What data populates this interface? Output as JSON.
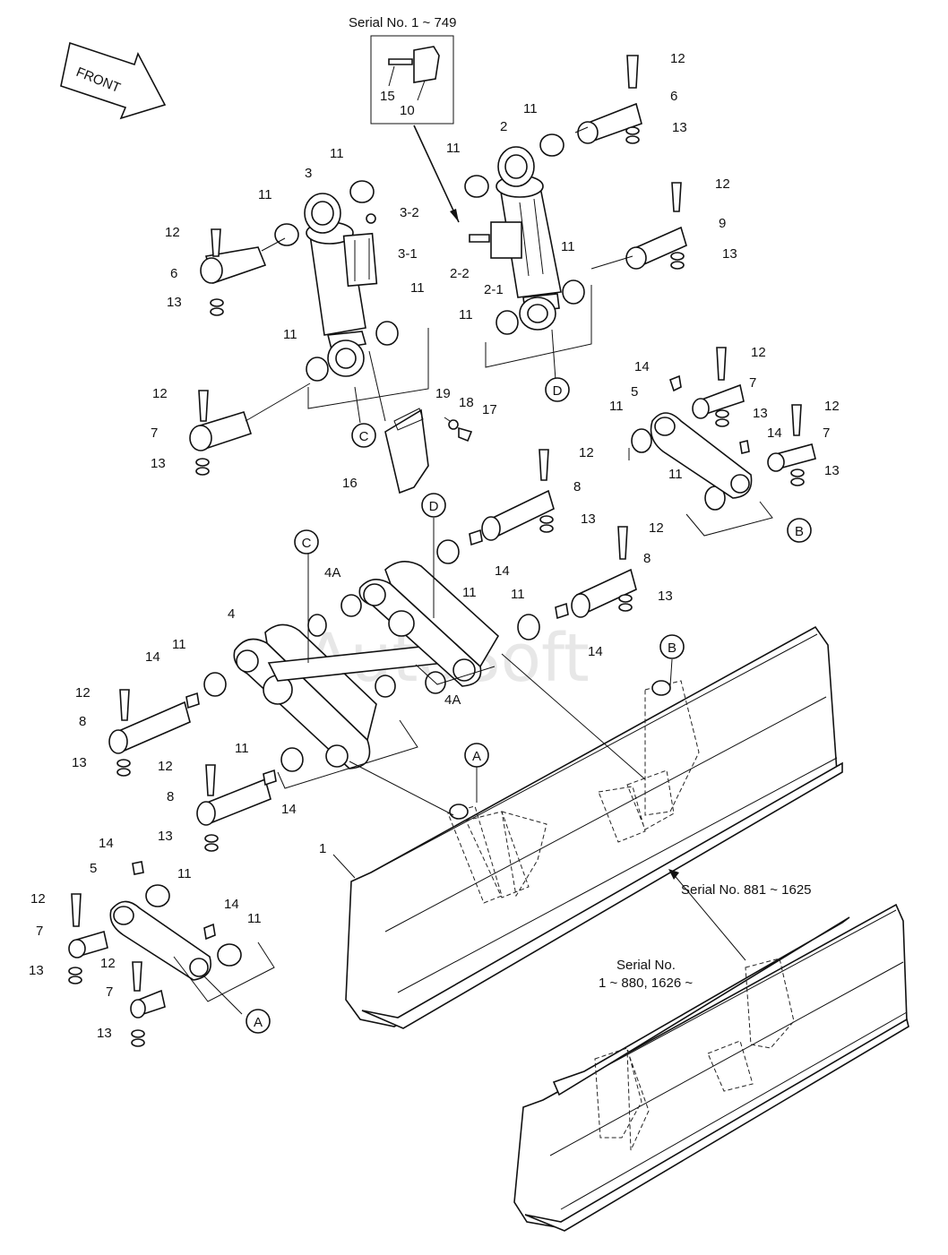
{
  "notes": {
    "serial_top": "Serial No. 1 ~ 749",
    "serial_right": "Serial No. 881 ~ 1625",
    "serial_bottom_1": "Serial No.",
    "serial_bottom_2": "1 ~ 880, 1626 ~",
    "front": "FRONT",
    "watermark": "AutoSoft"
  },
  "refs": {
    "A": "A",
    "B": "B",
    "C": "C",
    "D": "D"
  },
  "labels": {
    "n1": "1",
    "n2": "2",
    "n2_1": "2-1",
    "n2_2": "2-2",
    "n3": "3",
    "n3_1": "3-1",
    "n3_2": "3-2",
    "n4": "4",
    "n4A": "4A",
    "n5": "5",
    "n6": "6",
    "n7": "7",
    "n8": "8",
    "n9": "9",
    "n10": "10",
    "n11": "11",
    "n12": "12",
    "n13": "13",
    "n14": "14",
    "n15": "15",
    "n16": "16",
    "n17": "17",
    "n18": "18",
    "n19": "19"
  }
}
